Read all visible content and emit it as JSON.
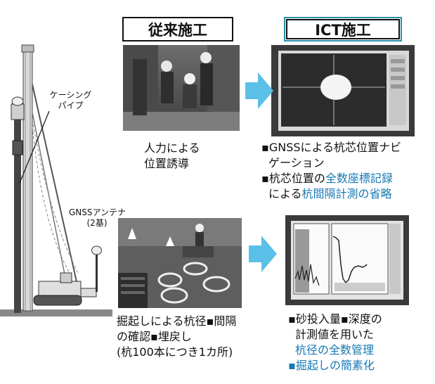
{
  "headers": {
    "conventional": "従来施工",
    "ict": "ICT施工"
  },
  "rig": {
    "casing_label_line1": "ケーシング",
    "casing_label_line2": "パイプ",
    "gnss_label_line1": "GNSSアンテナ",
    "gnss_label_line2": "(2基)"
  },
  "conventional_top": {
    "line1": "人力による",
    "line2": "位置誘導"
  },
  "ict_top": {
    "b1_line1": "▪GNSSによる杭芯位置ナビ",
    "b1_line2": "ゲーション",
    "b2_line1_prefix": "▪杭芯位置の",
    "b2_line1_highlight": "全数座標記録",
    "b2_line2_prefix": "による",
    "b2_line2_highlight": "杭間隔計測の省略"
  },
  "conventional_bottom": {
    "line1": "掘起しによる杭径▪間隔",
    "line2": "の確認▪埋戻し",
    "line3": "(杭100本につき1カ所)"
  },
  "ict_bottom": {
    "b1_line1": "▪砂投入量▪深度の",
    "b1_line2": "計測値を用いた",
    "b1_line3": "杭径の全数管理",
    "b2": "▪掘起しの簡素化"
  },
  "colors": {
    "accent_blue": "#1678b4",
    "arrow_blue": "#5bc0e8",
    "ict_header_border": "#2a8fa8"
  }
}
